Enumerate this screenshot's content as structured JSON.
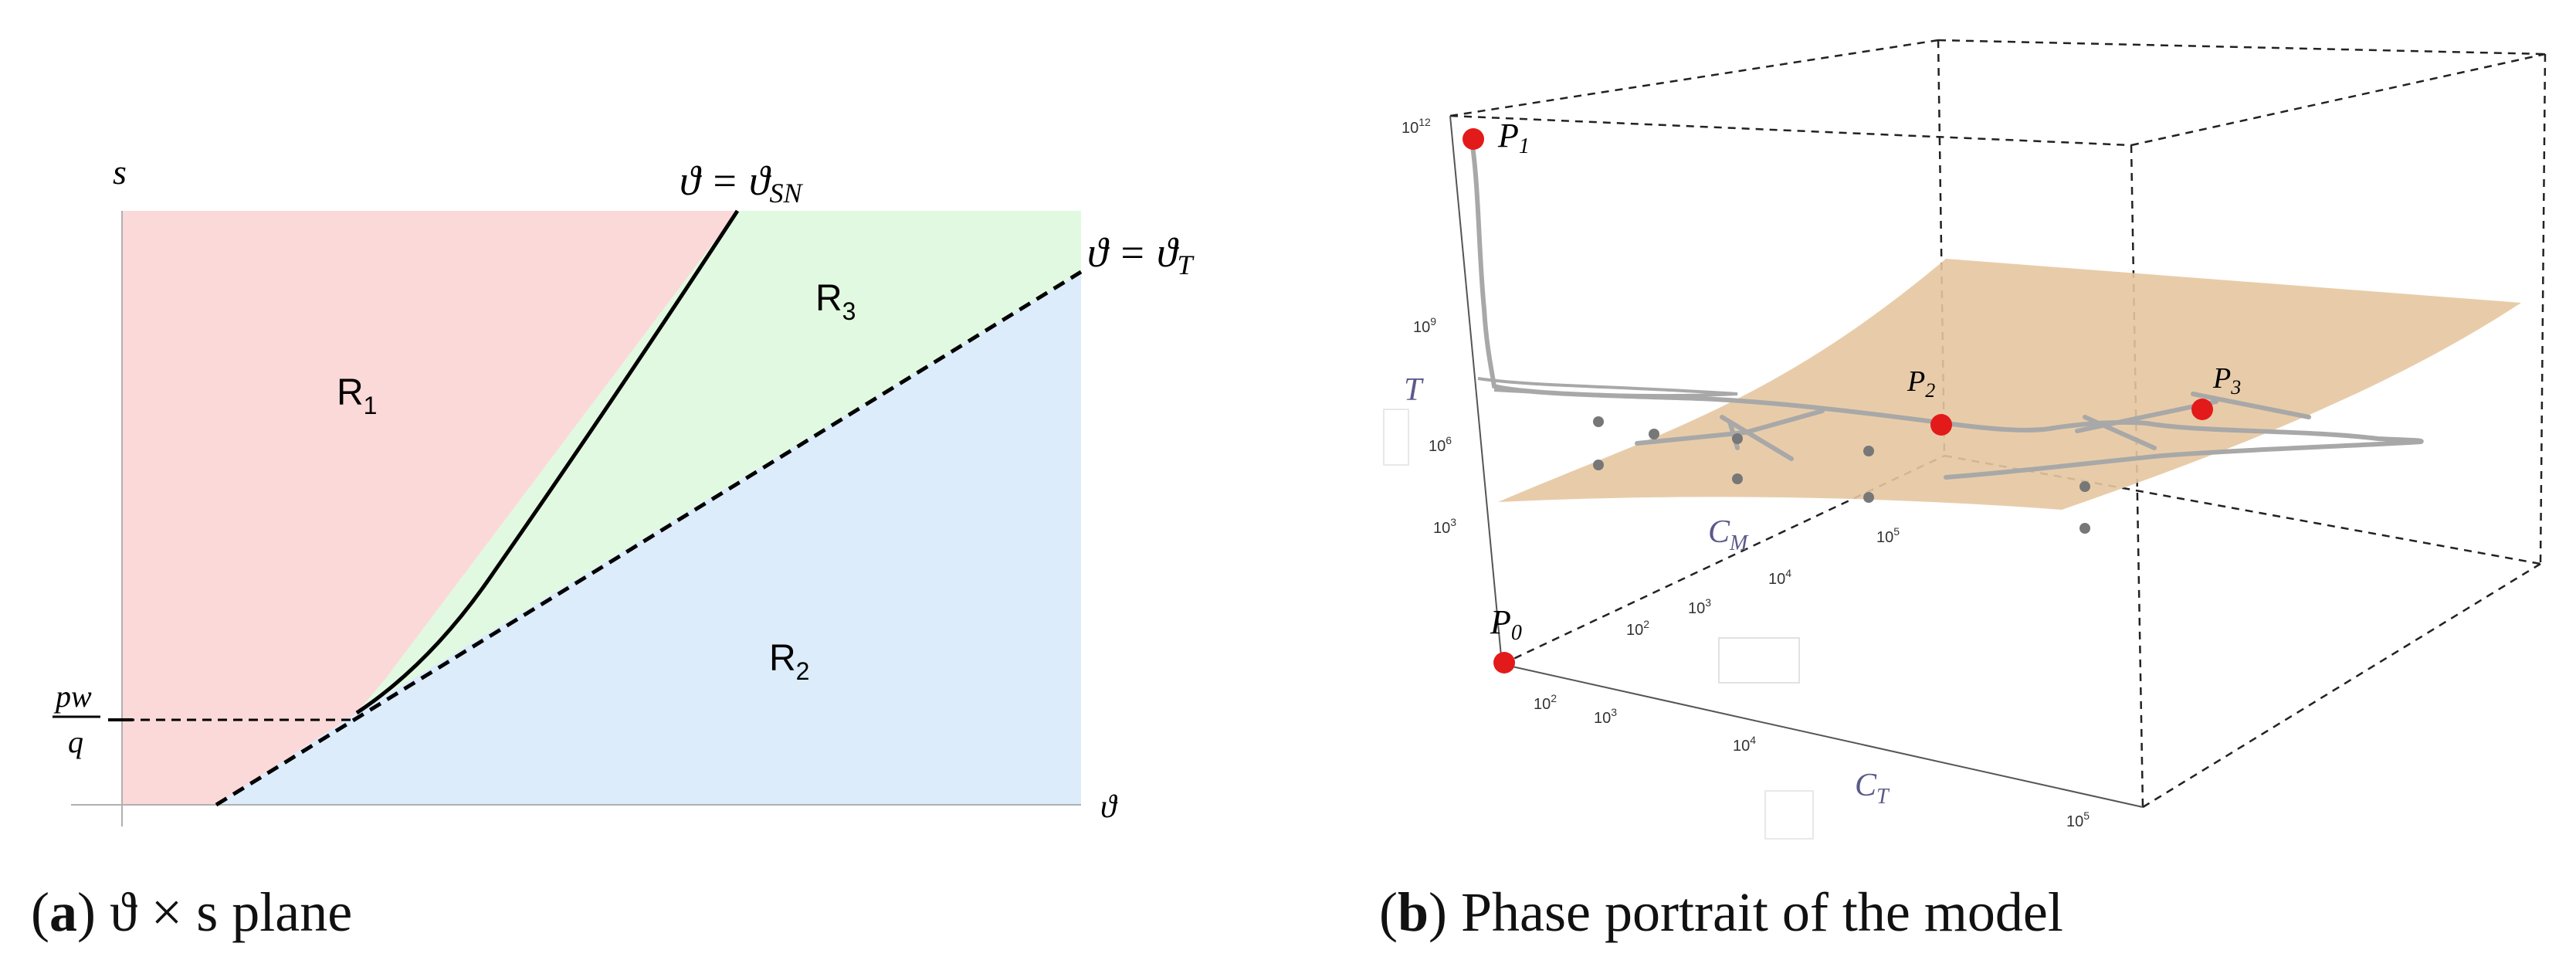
{
  "panel_a": {
    "axis_y_label": "s",
    "axis_x_label": "ϑ",
    "curve_sn_label": "ϑ = ϑ",
    "curve_sn_sub": "SN",
    "curve_t_label": "ϑ = ϑ",
    "curve_t_sub": "T",
    "region_labels": {
      "r1": "R",
      "r1_sub": "1",
      "r2": "R",
      "r2_sub": "2",
      "r3": "R",
      "r3_sub": "3"
    },
    "pw_num": "pw",
    "pw_den": "q",
    "colors": {
      "r1": "#fbd9d9",
      "r2": "#dcecfb",
      "r3": "#e1f9e0",
      "curve": "#000000"
    },
    "caption_letter": "a",
    "caption_text": " ϑ × s plane"
  },
  "panel_b": {
    "axis_T": "T",
    "axis_CM": "C",
    "axis_CM_sub": "M",
    "axis_CT": "C",
    "axis_CT_sub": "T",
    "points": [
      {
        "label": "P",
        "sub": "0"
      },
      {
        "label": "P",
        "sub": "1"
      },
      {
        "label": "P",
        "sub": "2"
      },
      {
        "label": "P",
        "sub": "3"
      }
    ],
    "t_ticks": [
      {
        "base": "10",
        "exp": "12"
      },
      {
        "base": "10",
        "exp": "9"
      },
      {
        "base": "10",
        "exp": "6"
      },
      {
        "base": "10",
        "exp": "3"
      }
    ],
    "cm_ticks": [
      {
        "base": "10",
        "exp": "2"
      },
      {
        "base": "10",
        "exp": "3"
      },
      {
        "base": "10",
        "exp": "4"
      },
      {
        "base": "10",
        "exp": "5"
      }
    ],
    "ct_ticks": [
      {
        "base": "10",
        "exp": "2"
      },
      {
        "base": "10",
        "exp": "3"
      },
      {
        "base": "10",
        "exp": "4"
      },
      {
        "base": "10",
        "exp": "5"
      }
    ],
    "colors": {
      "surface": "#e6c6a0",
      "trajectory": "#a8a8a8",
      "point": "#e31a1a",
      "axis_label": "#5a5a8a"
    },
    "caption_letter": "b",
    "caption_text": " Phase portrait of the model"
  }
}
